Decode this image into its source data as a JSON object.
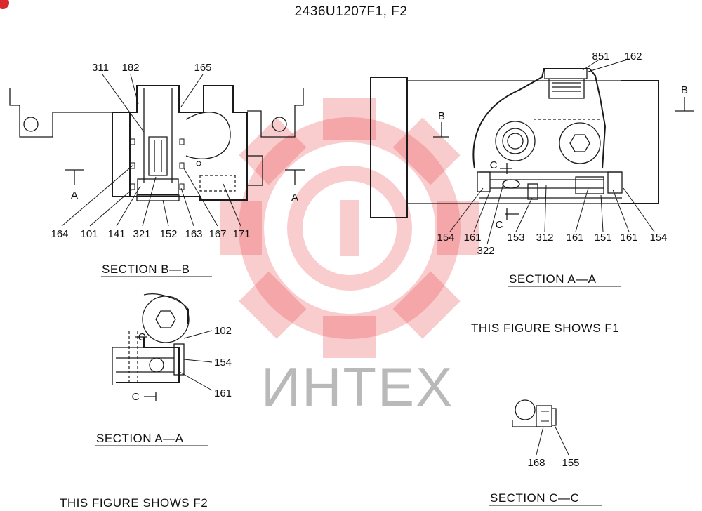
{
  "header": {
    "title": "2436U1207F1, F2"
  },
  "watermark": {
    "text": "ИНТЕХ",
    "color": "#e8474c"
  },
  "section_bb": {
    "caption": "SECTION  B—B",
    "cut_marks": [
      "A",
      "A"
    ],
    "top_labels": [
      "311",
      "182",
      "165"
    ],
    "bottom_labels": [
      "164",
      "101",
      "141",
      "321",
      "152",
      "163",
      "167",
      "171"
    ]
  },
  "section_aa_f1": {
    "caption": "SECTION  A—A",
    "note": "THIS FIGURE SHOWS   F1",
    "cut_marks": [
      "B",
      "B",
      "C",
      "C"
    ],
    "top_labels": [
      "851",
      "162"
    ],
    "bottom_labels": [
      "154",
      "161",
      "322",
      "153",
      "312",
      "161",
      "151",
      "161",
      "154"
    ]
  },
  "section_aa_f2": {
    "caption": "SECTION  A—A",
    "note": "THIS FIGURE SHOWS   F2",
    "cut_marks": [
      "C",
      "C"
    ],
    "labels": [
      "102",
      "154",
      "161"
    ]
  },
  "section_cc": {
    "caption": "SECTION  C—C",
    "labels": [
      "168",
      "155"
    ]
  }
}
